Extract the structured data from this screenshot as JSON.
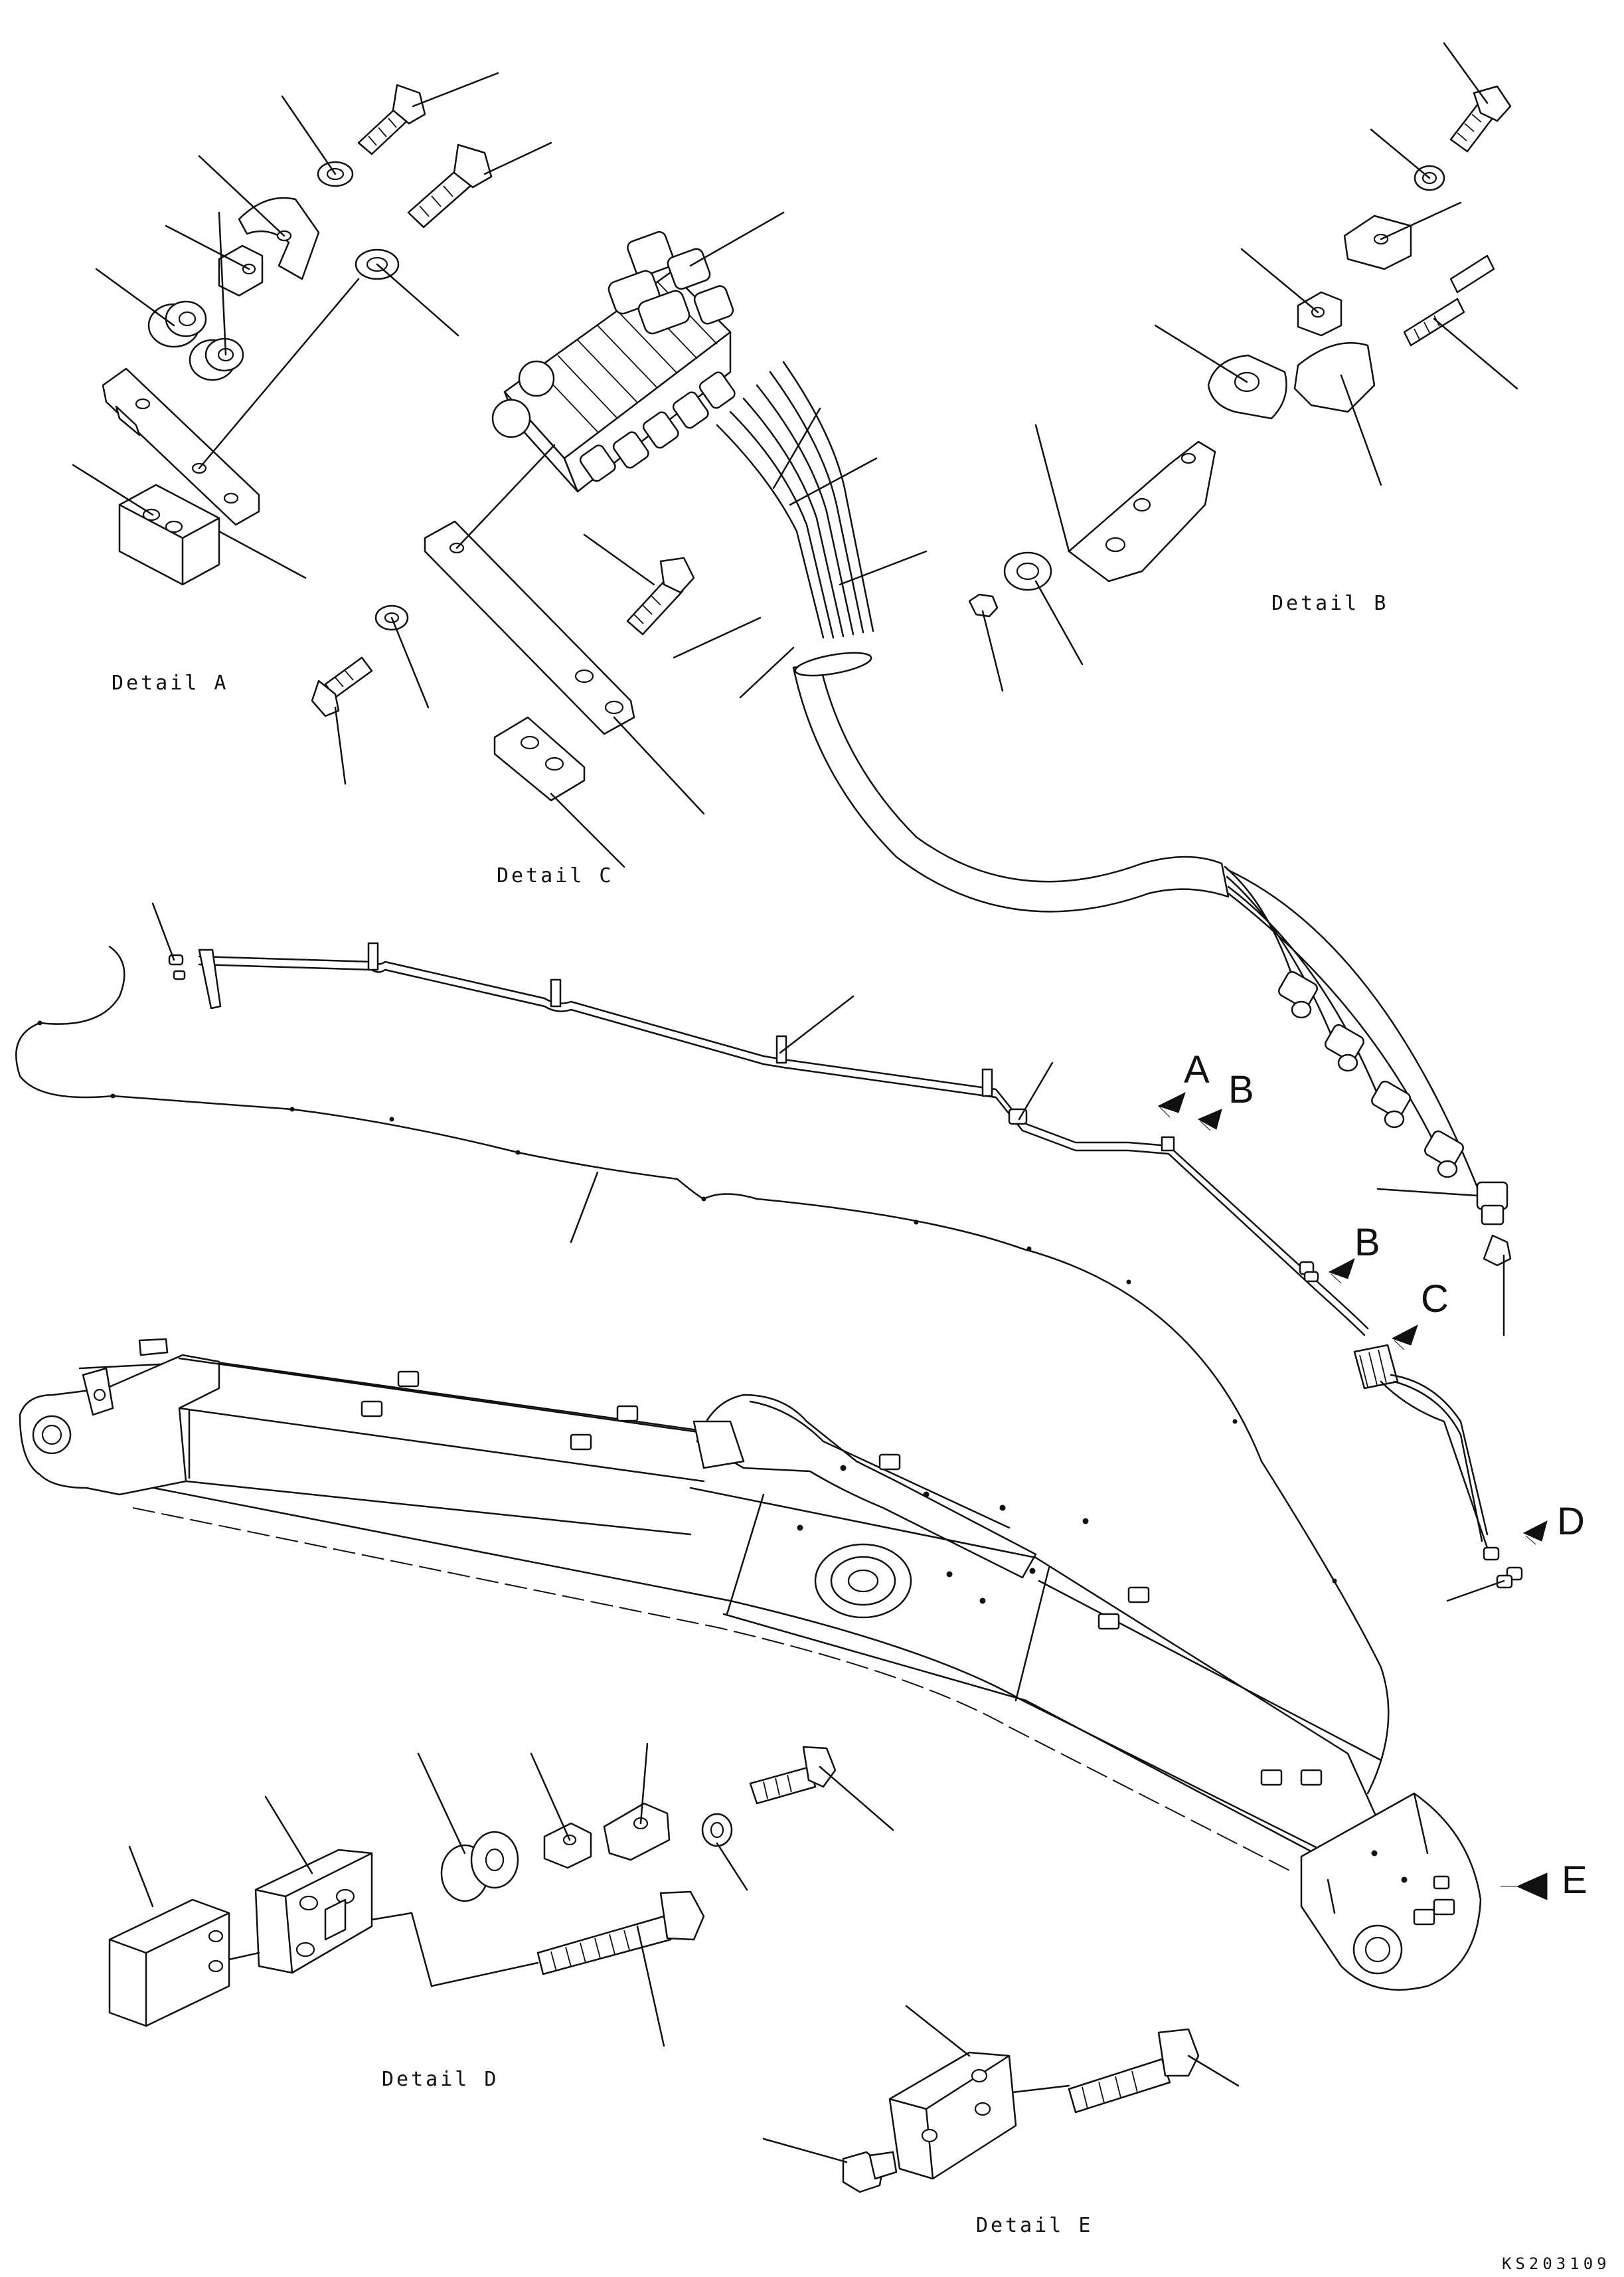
{
  "labels": {
    "detail_a": "Detail A",
    "detail_b": "Detail B",
    "detail_c": "Detail C",
    "detail_d": "Detail D",
    "detail_e": "Detail E"
  },
  "arrows": {
    "a": "A",
    "b1": "B",
    "b2": "B",
    "c": "C",
    "d": "D",
    "e": "E"
  },
  "drawing_code": "KS203109",
  "colors": {
    "ink": "#111111",
    "paper": "#ffffff"
  }
}
